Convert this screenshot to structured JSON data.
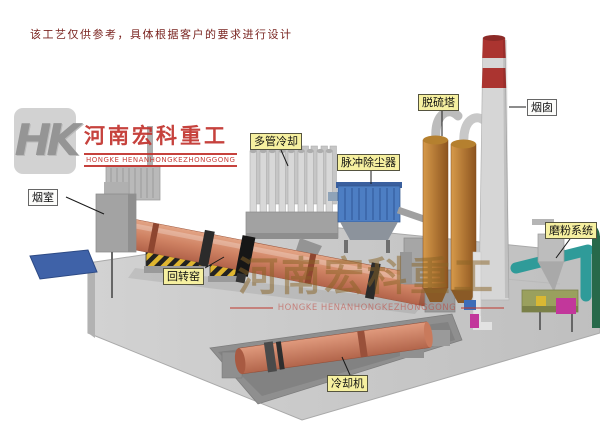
{
  "page": {
    "disclaimer": "该工艺仅供参考，具体根据客户的要求进行设计"
  },
  "watermark": {
    "monogram": "HK",
    "brand_cn": "河南宏科重工",
    "brand_en": "HONGKE HENANHONGKEZHONGGONG",
    "center_cn": "河南宏科重工",
    "center_en": "HONGKE HENANHONGKEZHONGGONG"
  },
  "labels": {
    "smoke_chamber": "烟室",
    "rotary_kiln": "回转窑",
    "multi_tube_cooler": "多管冷却",
    "pulse_dust_collector": "脉冲除尘器",
    "desulfurization_tower": "脱硫塔",
    "chimney": "烟囱",
    "grinding_system": "磨粉系统",
    "cooling_machine": "冷却机"
  },
  "colors": {
    "kiln_body": "#cf8263",
    "label_bg": "#f6f0a0",
    "dust_collector_blue": "#4d7ec3",
    "tower_bronze": "#b97a35",
    "chimney_red": "#ab3430",
    "duct_teal": "#2f9b99",
    "pipe_green": "#27694a",
    "accent_magenta": "#c2379b",
    "brand_red": "#c2322d"
  }
}
